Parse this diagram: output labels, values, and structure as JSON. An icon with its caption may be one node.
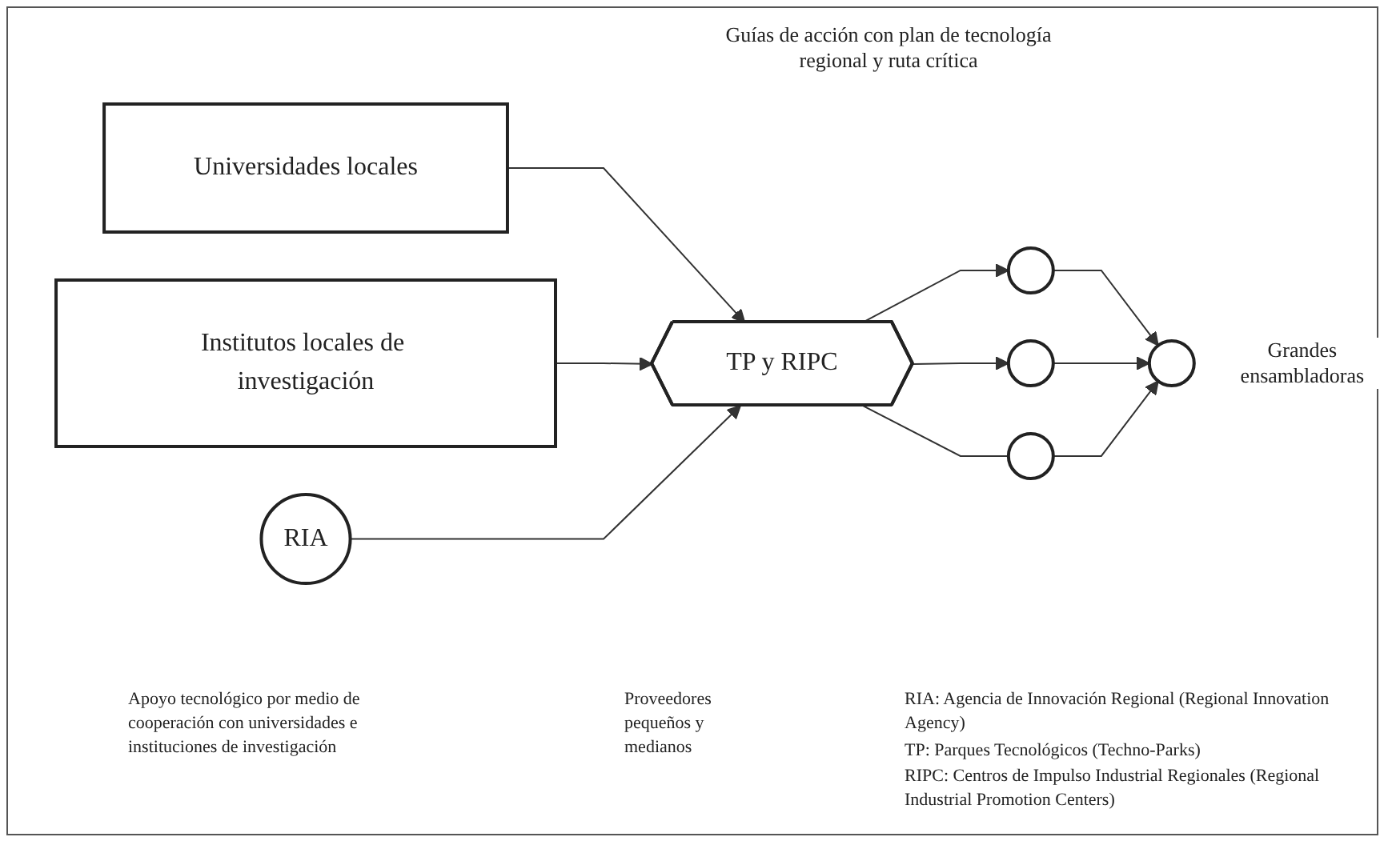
{
  "diagram": {
    "nodes": [
      {
        "text": [
          "Universidades locales"
        ]
      },
      {
        "text": [
          "Institutos locales de investigación"
        ]
      },
      {
        "text": [
          "RIA"
        ]
      },
      {
        "text": [
          "TP y RIPC"
        ]
      },
      {
        "text": [],
        "shape": "circle"
      },
      {
        "text": [],
        "shape": "circle"
      },
      {
        "text": [],
        "shape": "circle"
      },
      {
        "text": [],
        "shape": "circle",
        "beside": [
          "Grandes ensambladoras"
        ]
      }
    ],
    "edges": [
      {
        "from": 0,
        "to": 3,
        "arrow": "to"
      },
      {
        "from": 1,
        "to": 3,
        "arrow": "to"
      },
      {
        "from": 2,
        "to": 3,
        "arrow": "to"
      },
      {
        "from": 3,
        "to": 4,
        "arrow": "to"
      },
      {
        "from": 3,
        "to": 5,
        "arrow": "to"
      },
      {
        "from": 3,
        "to": 6,
        "arrow": "none"
      },
      {
        "from": 4,
        "to": 7,
        "arrow": "to"
      },
      {
        "from": 5,
        "to": 7,
        "arrow": "to"
      },
      {
        "from": 6,
        "to": 7,
        "arrow": "to"
      }
    ],
    "labels": [
      "Guías de acción con plan de tecnología regional y ruta crítica",
      "Apoyo tecnológico por medio de cooperación con universidades e instituciones de investigación",
      "Proveedores pequeños y medianos",
      "RIA: Agencia de Innovación Regional (Regional Innovation Agency)",
      "TP: Parques Tecnológicos (Techno-Parks)",
      "RIPC: Centros de Impulso Industrial Regionales (Regional Industrial Promotion Centers)"
    ]
  }
}
